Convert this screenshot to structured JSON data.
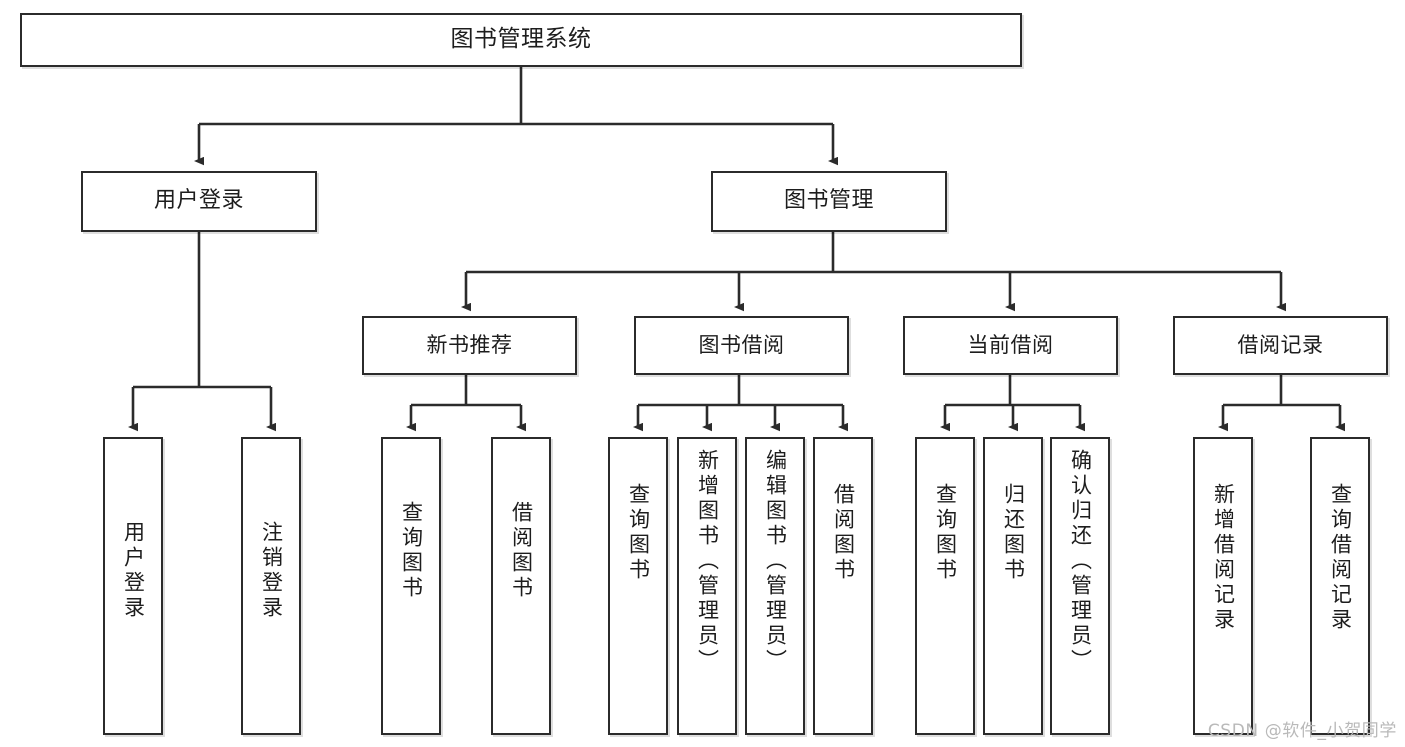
{
  "diagram": {
    "type": "tree",
    "title": "图书管理系统",
    "orientation": "top-down",
    "colors": {
      "box_border": "#2b2b2b",
      "box_fill": "#ffffff",
      "connector": "#2b2b2b",
      "text": "#1d1d1d",
      "watermark": "#b9b9b9"
    },
    "nodes": {
      "root": {
        "label": "图书管理系统"
      },
      "level2": [
        {
          "id": "user-login",
          "label": "用户登录"
        },
        {
          "id": "book-manage",
          "label": "图书管理"
        }
      ],
      "level3": [
        {
          "id": "new-book-recommend",
          "label": "新书推荐"
        },
        {
          "id": "book-borrow",
          "label": "图书借阅"
        },
        {
          "id": "current-borrow",
          "label": "当前借阅"
        },
        {
          "id": "borrow-record",
          "label": "借阅记录"
        }
      ],
      "leaves": {
        "user-login": [
          {
            "id": "leaf-user-login",
            "label": "用户登录"
          },
          {
            "id": "leaf-user-logout",
            "label": "注销登录"
          }
        ],
        "new-book-recommend": [
          {
            "id": "leaf-query-book-1",
            "label": "查询图书"
          },
          {
            "id": "leaf-borrow-book-1",
            "label": "借阅图书"
          }
        ],
        "book-borrow": [
          {
            "id": "leaf-query-book-2",
            "label": "查询图书"
          },
          {
            "id": "leaf-add-book",
            "label": "新增图书（管理员）"
          },
          {
            "id": "leaf-edit-book",
            "label": "编辑图书（管理员）"
          },
          {
            "id": "leaf-borrow-book-2",
            "label": "借阅图书"
          }
        ],
        "current-borrow": [
          {
            "id": "leaf-query-book-3",
            "label": "查询图书"
          },
          {
            "id": "leaf-return-book",
            "label": "归还图书"
          },
          {
            "id": "leaf-confirm-return",
            "label": "确认归还（管理员）"
          }
        ],
        "borrow-record": [
          {
            "id": "leaf-add-record",
            "label": "新增借阅记录"
          },
          {
            "id": "leaf-query-record",
            "label": "查询借阅记录"
          }
        ]
      }
    }
  },
  "watermark": {
    "text": "CSDN @软件_小贺同学"
  }
}
